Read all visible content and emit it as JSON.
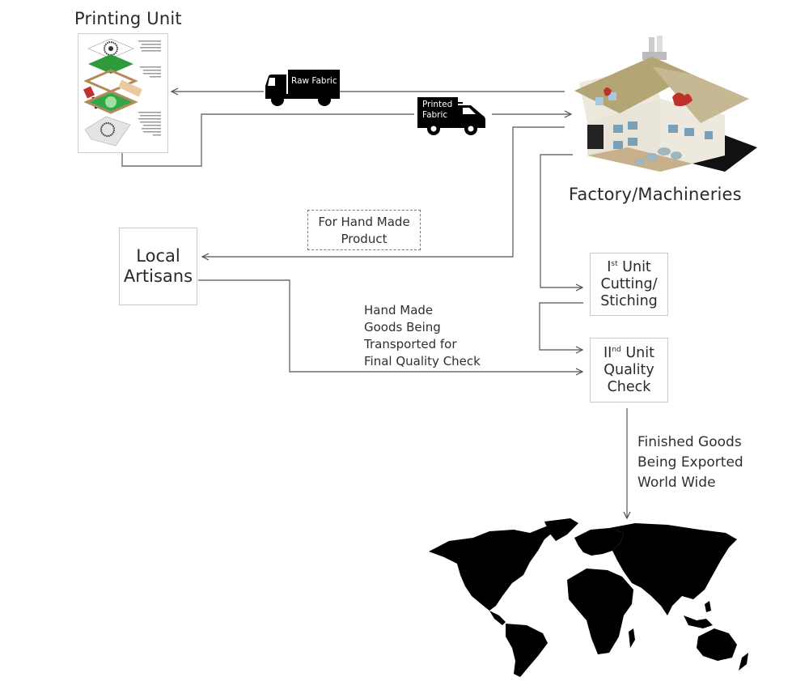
{
  "nodes": {
    "printing_unit": {
      "title": "Printing Unit"
    },
    "factory": {
      "title": "Factory/Machineries"
    },
    "local_artisans": {
      "lines": [
        "Local",
        "Artisans"
      ]
    },
    "unit1": {
      "roman": "I",
      "ordinal": "st",
      "word": "Unit",
      "lines": [
        "Cutting/",
        "Stiching"
      ]
    },
    "unit2": {
      "roman": "II",
      "ordinal": "nd",
      "word": "Unit",
      "lines": [
        "Quality",
        "Check"
      ]
    },
    "world": {
      "icon": "world-map-icon"
    }
  },
  "trucks": {
    "raw": {
      "label": "Raw Fabric",
      "icon": "truck-icon"
    },
    "printed": {
      "label_lines": [
        "Printed",
        "Fabric"
      ],
      "icon": "delivery-van-icon"
    }
  },
  "notes": {
    "hand_made_product": [
      "For Hand Made",
      "Product"
    ],
    "hand_made_goods": [
      "Hand Made",
      "Goods Being",
      "Transported for",
      "Final Quality Check"
    ],
    "finished_goods": [
      "Finished Goods",
      "Being Exported",
      "World Wide"
    ]
  },
  "colors": {
    "line": "#6e6e6e",
    "text": "#2a2a2a",
    "box_border": "#c9c9c9",
    "truck": "#000000",
    "map": "#000000"
  }
}
